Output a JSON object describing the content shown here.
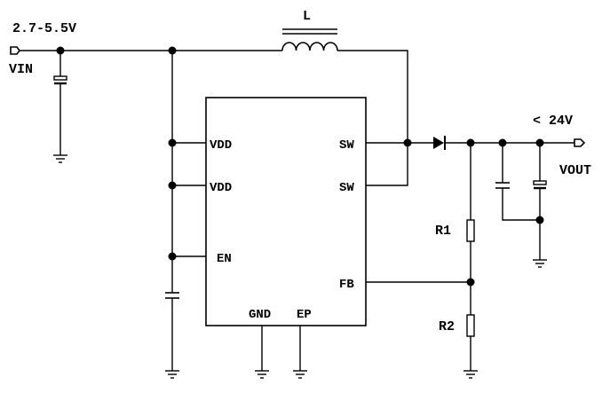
{
  "diagram": {
    "vin_range_label": "2.7-5.5V",
    "vin_label": "VIN",
    "inductor_label": "L",
    "vout_limit_label": "< 24V",
    "vout_label": "VOUT",
    "r1_label": "R1",
    "r2_label": "R2",
    "chip": {
      "pins_left": [
        "VDD",
        "VDD",
        "EN"
      ],
      "pins_right": [
        "SW",
        "SW",
        "FB"
      ],
      "pins_bottom": [
        "GND",
        "EP"
      ]
    }
  }
}
